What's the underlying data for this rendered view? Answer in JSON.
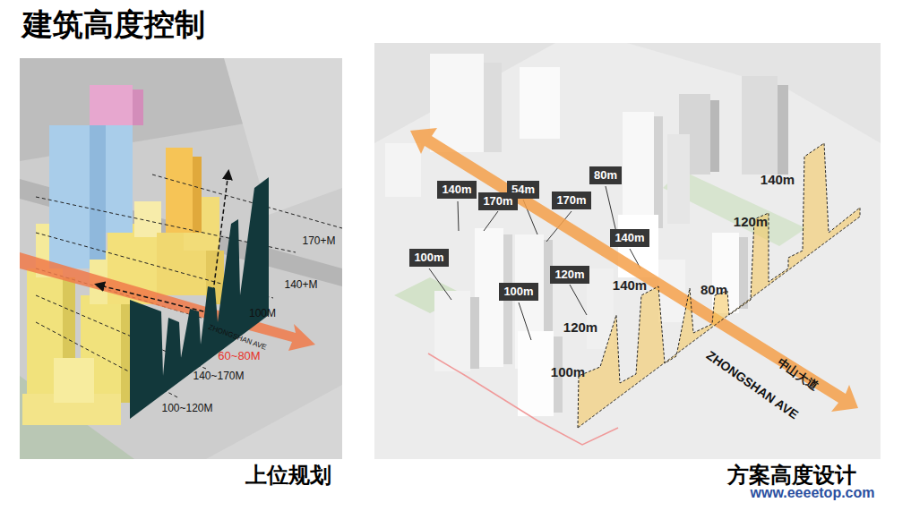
{
  "diagram": {
    "title": "建筑高度控制",
    "nodes": [
      {
        "text": [
          "140m"
        ]
      },
      {
        "text": [
          "54m"
        ]
      },
      {
        "text": [
          "170m"
        ]
      },
      {
        "text": [
          "80m"
        ]
      },
      {
        "text": [
          "170m"
        ]
      },
      {
        "text": [
          "100m"
        ]
      },
      {
        "text": [
          "140m"
        ]
      },
      {
        "text": [
          "120m"
        ]
      },
      {
        "text": [
          "100m"
        ]
      }
    ],
    "labels": [
      "170+M",
      "140+M",
      "100M",
      "ZHONGSHAN AVE",
      "60~80M",
      "140~170M",
      "100~120M",
      "140m",
      "120m",
      "140m",
      "80m",
      "120m",
      "100m",
      "中山大道",
      "ZHONGSHAN AVE",
      "上位规划",
      "方案高度设计",
      "www.eeeetop.com"
    ]
  }
}
